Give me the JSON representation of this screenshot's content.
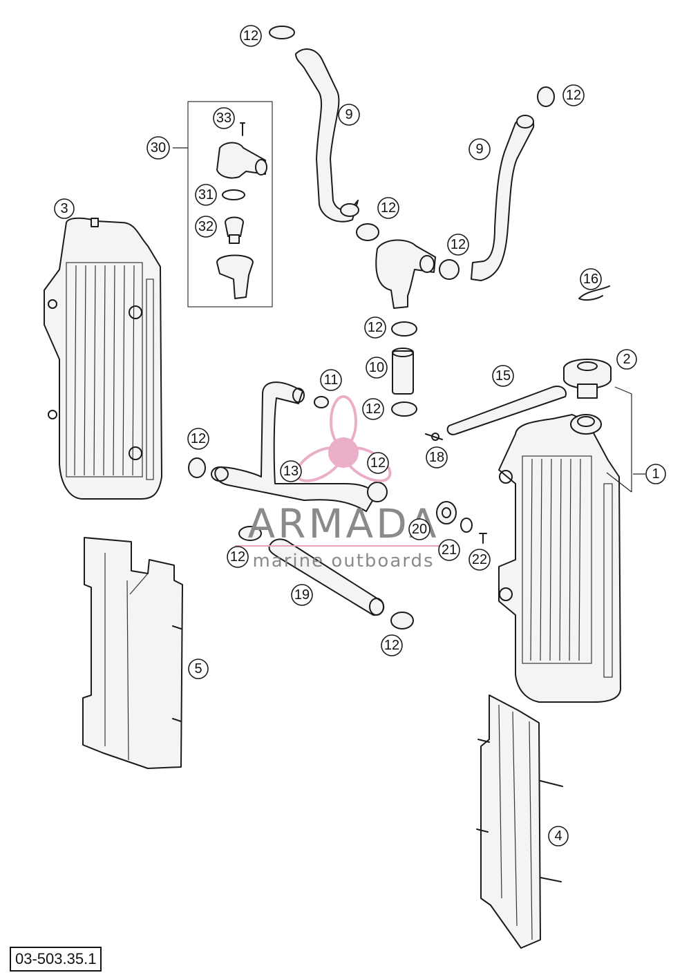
{
  "drawing_number": "03-503.35.1",
  "watermark": {
    "brand": "ARMADA",
    "tagline": "marine outboards",
    "color": "#e8a0c0"
  },
  "callouts": [
    {
      "label": "12"
    },
    {
      "label": "12"
    },
    {
      "label": "9"
    },
    {
      "label": "9"
    },
    {
      "label": "30"
    },
    {
      "label": "33"
    },
    {
      "label": "31"
    },
    {
      "label": "32"
    },
    {
      "label": "3"
    },
    {
      "label": "12"
    },
    {
      "label": "12"
    },
    {
      "label": "16"
    },
    {
      "label": "12"
    },
    {
      "label": "10"
    },
    {
      "label": "11"
    },
    {
      "label": "15"
    },
    {
      "label": "2"
    },
    {
      "label": "12"
    },
    {
      "label": "12"
    },
    {
      "label": "18"
    },
    {
      "label": "13"
    },
    {
      "label": "12"
    },
    {
      "label": "1"
    },
    {
      "label": "20"
    },
    {
      "label": "21"
    },
    {
      "label": "12"
    },
    {
      "label": "22"
    },
    {
      "label": "19"
    },
    {
      "label": "12"
    },
    {
      "label": "5"
    },
    {
      "label": "4"
    }
  ]
}
